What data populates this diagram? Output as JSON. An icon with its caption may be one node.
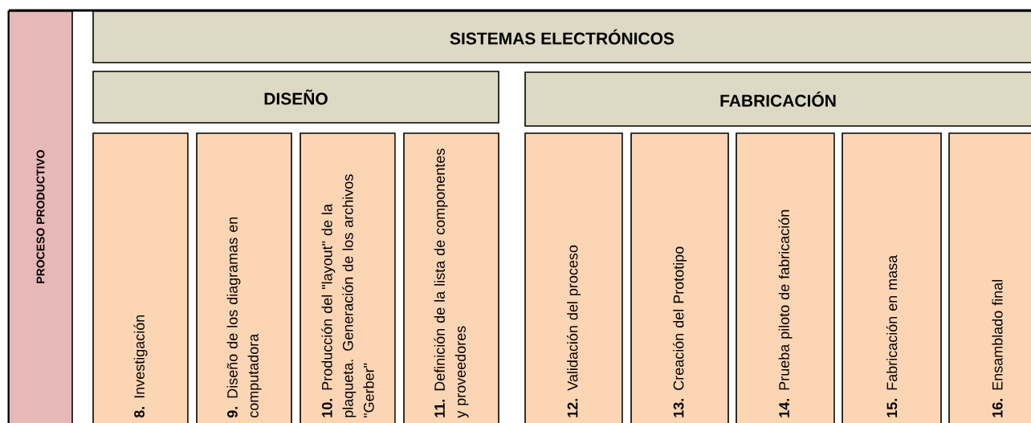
{
  "diagram": {
    "nodes": [
      {
        "text": [
          "PROCESO PRODUCTIVO"
        ]
      },
      {
        "text": [
          "SISTEMAS ELECTRÓNICOS"
        ]
      },
      {
        "text": [
          "DISEÑO"
        ]
      },
      {
        "text": [
          "FABRICACIÓN"
        ]
      },
      {
        "text": [
          "**8.** Investigación"
        ]
      },
      {
        "text": [
          "**9.** Diseño de los diagramas en computadora"
        ]
      },
      {
        "text": [
          "**10.** Producción del \"layout\" de la plaqueta. Generación de los archivos \"Gerber\""
        ]
      },
      {
        "text": [
          "**11.** Definición de la lista de componentes y proveedores"
        ]
      },
      {
        "text": [
          "**12.** Validación del proceso"
        ]
      },
      {
        "text": [
          "**13.** Creación del Prototipo"
        ]
      },
      {
        "text": [
          "**14.** Prueba piloto de fabricación"
        ]
      },
      {
        "text": [
          "**15.** Fabricación en masa"
        ]
      },
      {
        "text": [
          "**16.** Ensamblado final"
        ]
      }
    ]
  }
}
